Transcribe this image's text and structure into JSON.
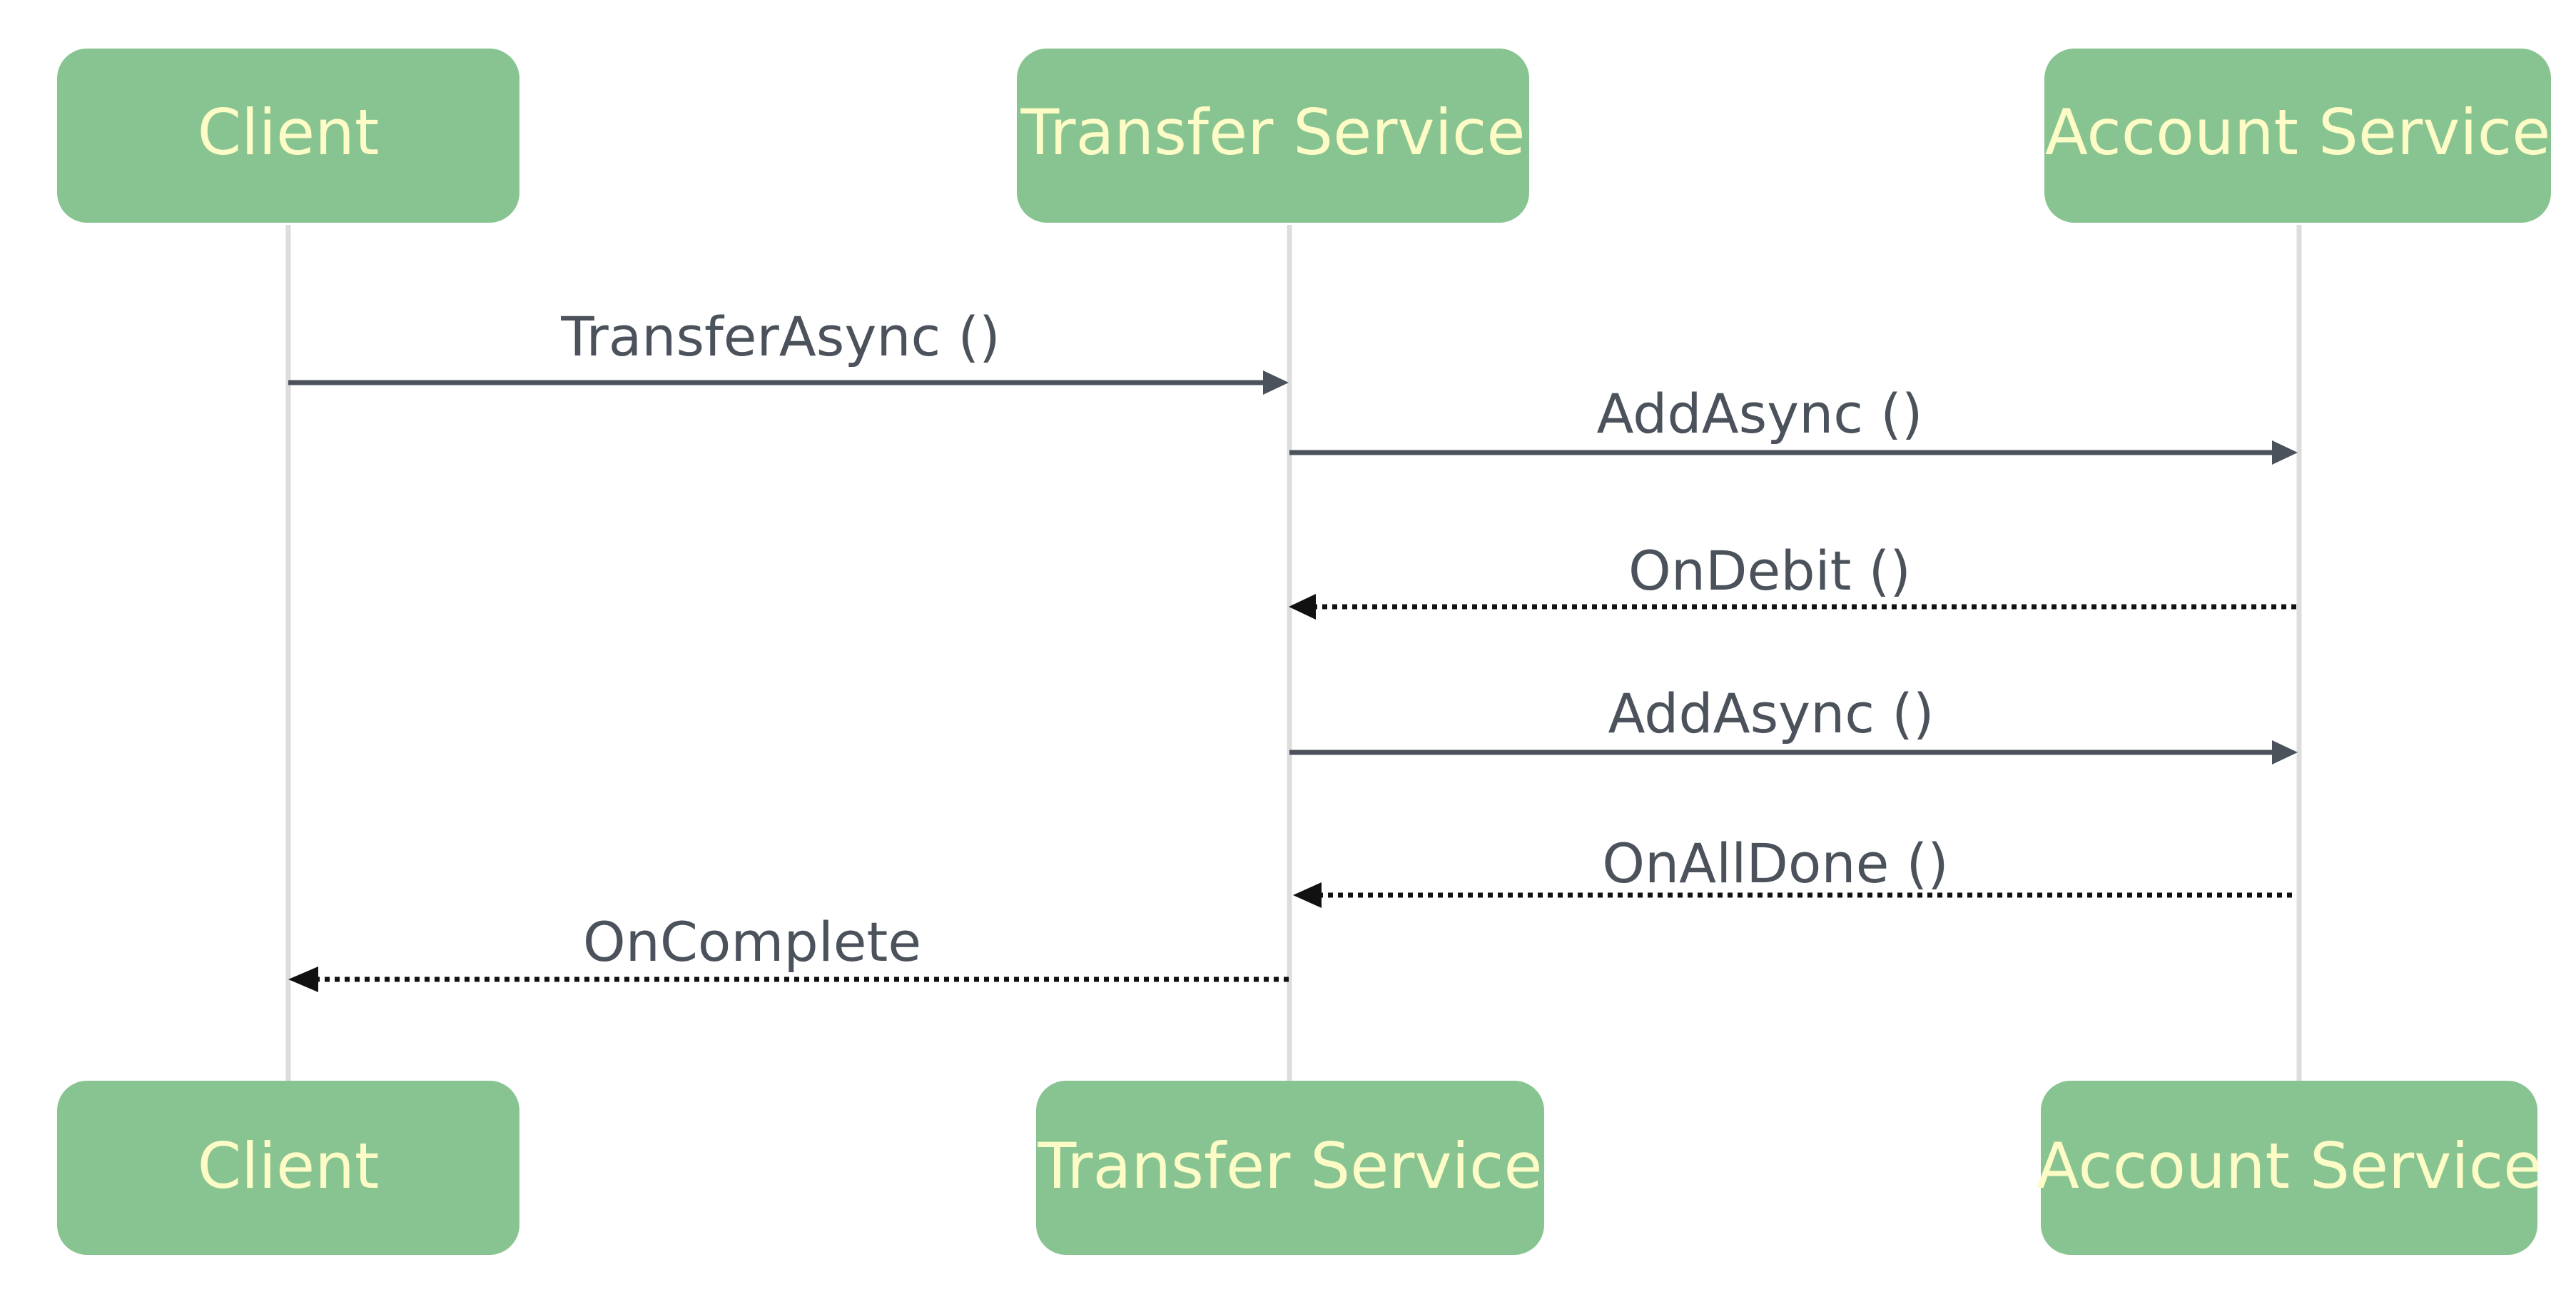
{
  "actors": [
    {
      "id": "client",
      "label": "Client"
    },
    {
      "id": "transfer",
      "label": "Transfer Service"
    },
    {
      "id": "account",
      "label": "Account Service"
    }
  ],
  "messages": [
    {
      "from": "client",
      "to": "transfer",
      "label": "TransferAsync  ()",
      "style": "solid"
    },
    {
      "from": "transfer",
      "to": "account",
      "label": "AddAsync  ()",
      "style": "solid"
    },
    {
      "from": "account",
      "to": "transfer",
      "label": "OnDebit  ()",
      "style": "dotted"
    },
    {
      "from": "transfer",
      "to": "account",
      "label": "AddAsync  ()",
      "style": "solid"
    },
    {
      "from": "account",
      "to": "transfer",
      "label": "OnAllDone  ()",
      "style": "dotted"
    },
    {
      "from": "transfer",
      "to": "client",
      "label": "OnComplete",
      "style": "dotted"
    }
  ],
  "colors": {
    "actor_fill": "#88c491",
    "actor_text": "#fdfbc6",
    "lifeline": "#dddddd",
    "message_solid": "#4b525b",
    "message_dotted": "#111111",
    "label_text": "#4b525b"
  }
}
